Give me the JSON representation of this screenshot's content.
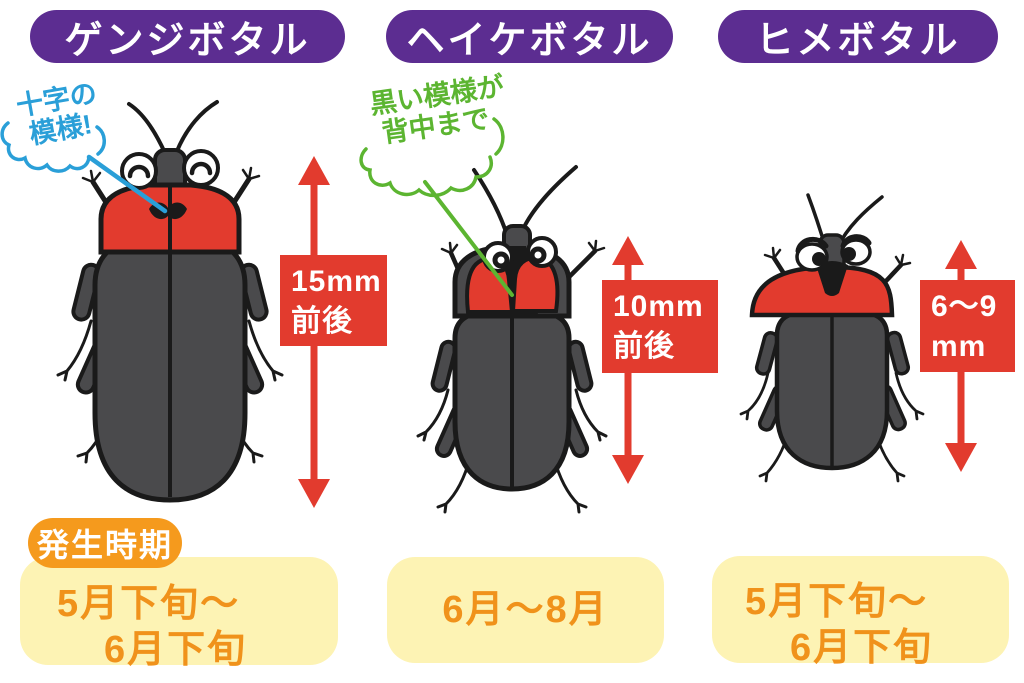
{
  "colors": {
    "pill_purple": "#5c2d91",
    "firefly_red": "#e23b2e",
    "body_gray": "#4a4a4c",
    "outline_black": "#1a1a1a",
    "callout_blue": "#2a9fd8",
    "callout_green": "#5cb531",
    "period_yellow": "#fdf3b4",
    "header_orange": "#f59a1d",
    "period_text_orange": "#f0921b"
  },
  "period_header": "発生時期",
  "illustrations": [
    "genji-firefly",
    "heike-firefly",
    "hime-firefly"
  ],
  "species": [
    {
      "name": "ゲンジボタル",
      "size": {
        "line1": "15mm",
        "line2": "前後"
      },
      "callout": {
        "line1": "十字の",
        "line2": "模様!"
      },
      "period": {
        "line1": "5月下旬〜",
        "line2": "6月下旬"
      }
    },
    {
      "name": "ヘイケボタル",
      "size": {
        "line1": "10mm",
        "line2": "前後"
      },
      "callout": {
        "line1": "黒い模様が",
        "line2": "背中まで"
      },
      "period": {
        "line1": "6月〜8月",
        "line2": ""
      }
    },
    {
      "name": "ヒメボタル",
      "size": {
        "line1": "6〜9",
        "line2": "mm"
      },
      "period": {
        "line1": "5月下旬〜",
        "line2": "6月下旬"
      }
    }
  ]
}
